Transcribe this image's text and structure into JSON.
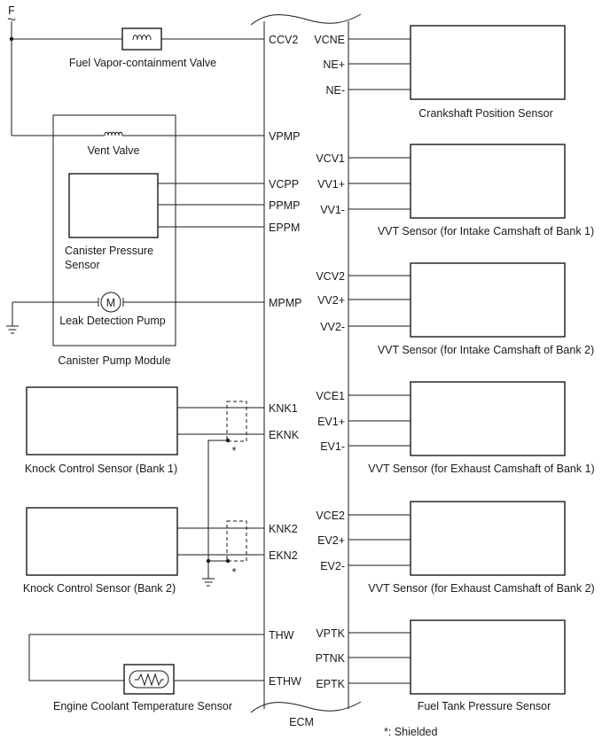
{
  "top_label": "F",
  "ecm_label": "ECM",
  "footnote": "*: Shielded",
  "shield_mark": "*",
  "components": {
    "fuel_vapor_valve": "Fuel Vapor-containment Valve",
    "vent_valve": "Vent Valve",
    "canister_pressure_sensor_line1": "Canister Pressure",
    "canister_pressure_sensor_line2": "Sensor",
    "leak_detection_pump": "Leak Detection Pump",
    "pump_symbol": "M",
    "canister_pump_module": "Canister Pump Module",
    "knock_bank1": "Knock Control Sensor (Bank 1)",
    "knock_bank2": "Knock Control Sensor (Bank 2)",
    "coolant_temp_sensor": "Engine Coolant Temperature Sensor",
    "crankshaft_sensor": "Crankshaft Position Sensor",
    "vvt_intake_b1": "VVT Sensor (for Intake Camshaft of Bank 1)",
    "vvt_intake_b2": "VVT Sensor (for Intake Camshaft of Bank 2)",
    "vvt_exhaust_b1": "VVT Sensor (for Exhaust Camshaft of Bank 1)",
    "vvt_exhaust_b2": "VVT Sensor (for Exhaust Camshaft of Bank 2)",
    "fuel_tank_pressure": "Fuel Tank Pressure Sensor"
  },
  "left_pins": {
    "ccv2": "CCV2",
    "vpmp": "VPMP",
    "vcpp": "VCPP",
    "ppmp": "PPMP",
    "eppm": "EPPM",
    "mpmp": "MPMP",
    "knk1": "KNK1",
    "eknk": "EKNK",
    "knk2": "KNK2",
    "ekn2": "EKN2",
    "thw": "THW",
    "ethw": "ETHW"
  },
  "right_pins": {
    "vcne": "VCNE",
    "ne_plus": "NE+",
    "ne_minus": "NE-",
    "vcv1": "VCV1",
    "vv1_plus": "VV1+",
    "vv1_minus": "VV1-",
    "vcv2": "VCV2",
    "vv2_plus": "VV2+",
    "vv2_minus": "VV2-",
    "vce1": "VCE1",
    "ev1_plus": "EV1+",
    "ev1_minus": "EV1-",
    "vce2": "VCE2",
    "ev2_plus": "EV2+",
    "ev2_minus": "EV2-",
    "vptk": "VPTK",
    "ptnk": "PTNK",
    "eptk": "EPTK"
  }
}
